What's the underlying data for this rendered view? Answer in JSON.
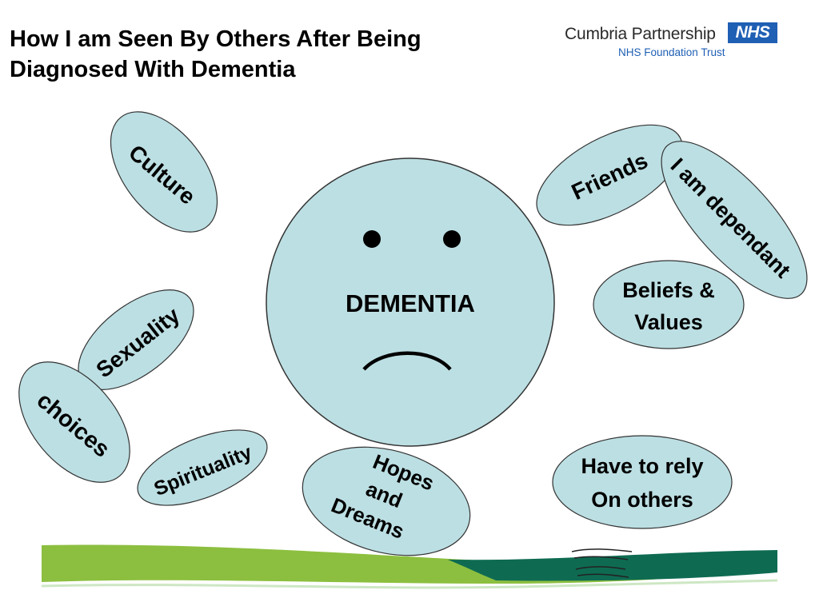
{
  "title": {
    "line1": "How I am Seen By Others After Being",
    "line2": "Diagnosed With Dementia"
  },
  "logo": {
    "name": "Cumbria Partnership",
    "badge": "NHS",
    "subtitle": "NHS Foundation Trust"
  },
  "center": {
    "label": "DEMENTIA"
  },
  "bubbles": {
    "culture": "Culture",
    "friends": "Friends",
    "dependant": "I am dependant",
    "beliefs": [
      "Beliefs &",
      "Values"
    ],
    "sexuality": "Sexuality",
    "choices": "choices",
    "spirituality": "Spirituality",
    "hopes": [
      "Hopes",
      "and",
      "Dreams"
    ],
    "rely": [
      "Have to rely",
      "On others"
    ]
  },
  "colors": {
    "bubble_fill": "#bcdfe3",
    "outline": "#333333",
    "wave_light_green": "#8cbf3f",
    "wave_dark_green": "#0e6b52",
    "nhs_blue": "#1f5fb4"
  }
}
